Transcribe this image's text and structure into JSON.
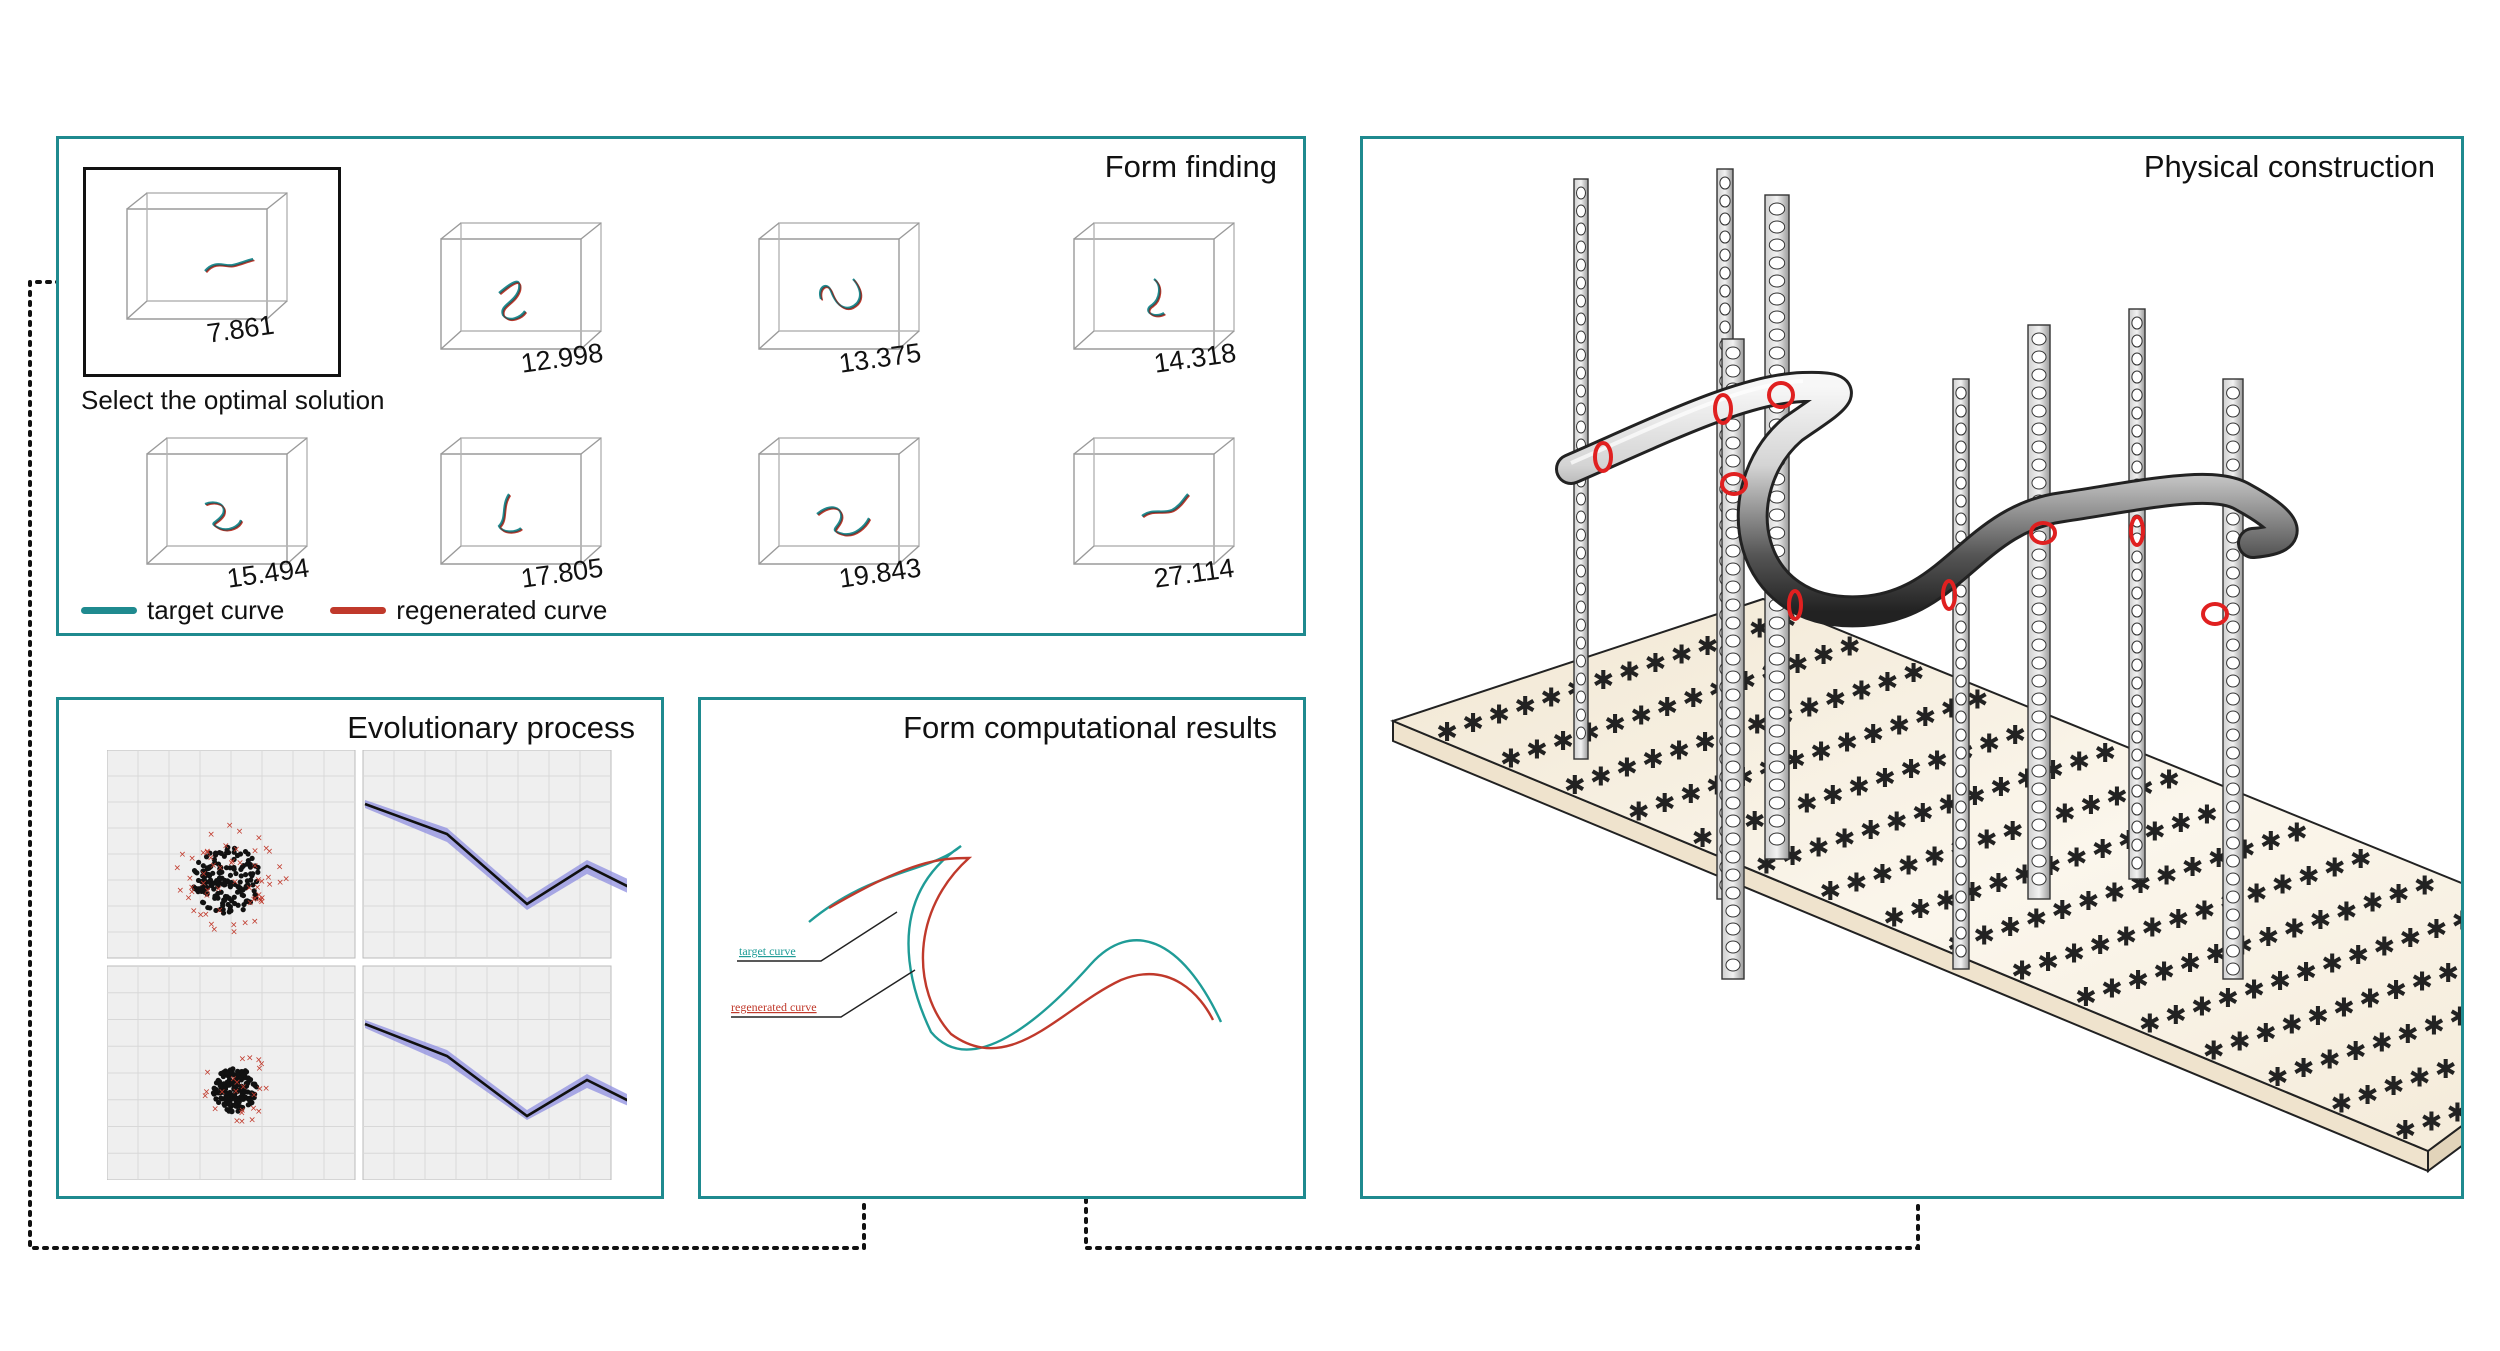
{
  "panels": {
    "form_finding": {
      "title": "Form finding",
      "select_caption": "Select the optimal solution",
      "solutions": [
        {
          "score": "7.861",
          "selected": true
        },
        {
          "score": "12.998",
          "selected": false
        },
        {
          "score": "13.375",
          "selected": false
        },
        {
          "score": "14.318",
          "selected": false
        },
        {
          "score": "15.494",
          "selected": false
        },
        {
          "score": "17.805",
          "selected": false
        },
        {
          "score": "19.843",
          "selected": false
        },
        {
          "score": "27.114",
          "selected": false
        }
      ],
      "legend": [
        {
          "label": "target curve",
          "color": "#1f8a8f"
        },
        {
          "label": "regenerated curve",
          "color": "#c0392b"
        }
      ]
    },
    "evolutionary": {
      "title": "Evolutionary process"
    },
    "computational": {
      "title": "Form computational results",
      "target_label": "target curve",
      "regenerated_label": "regenerated curve",
      "target_color": "#1f9c97",
      "regenerated_color": "#c0392b"
    },
    "physical": {
      "title": "Physical construction"
    }
  },
  "colors": {
    "panel_border": "#1f8a8f",
    "connector": "#111111",
    "marker_red": "#e02020"
  }
}
